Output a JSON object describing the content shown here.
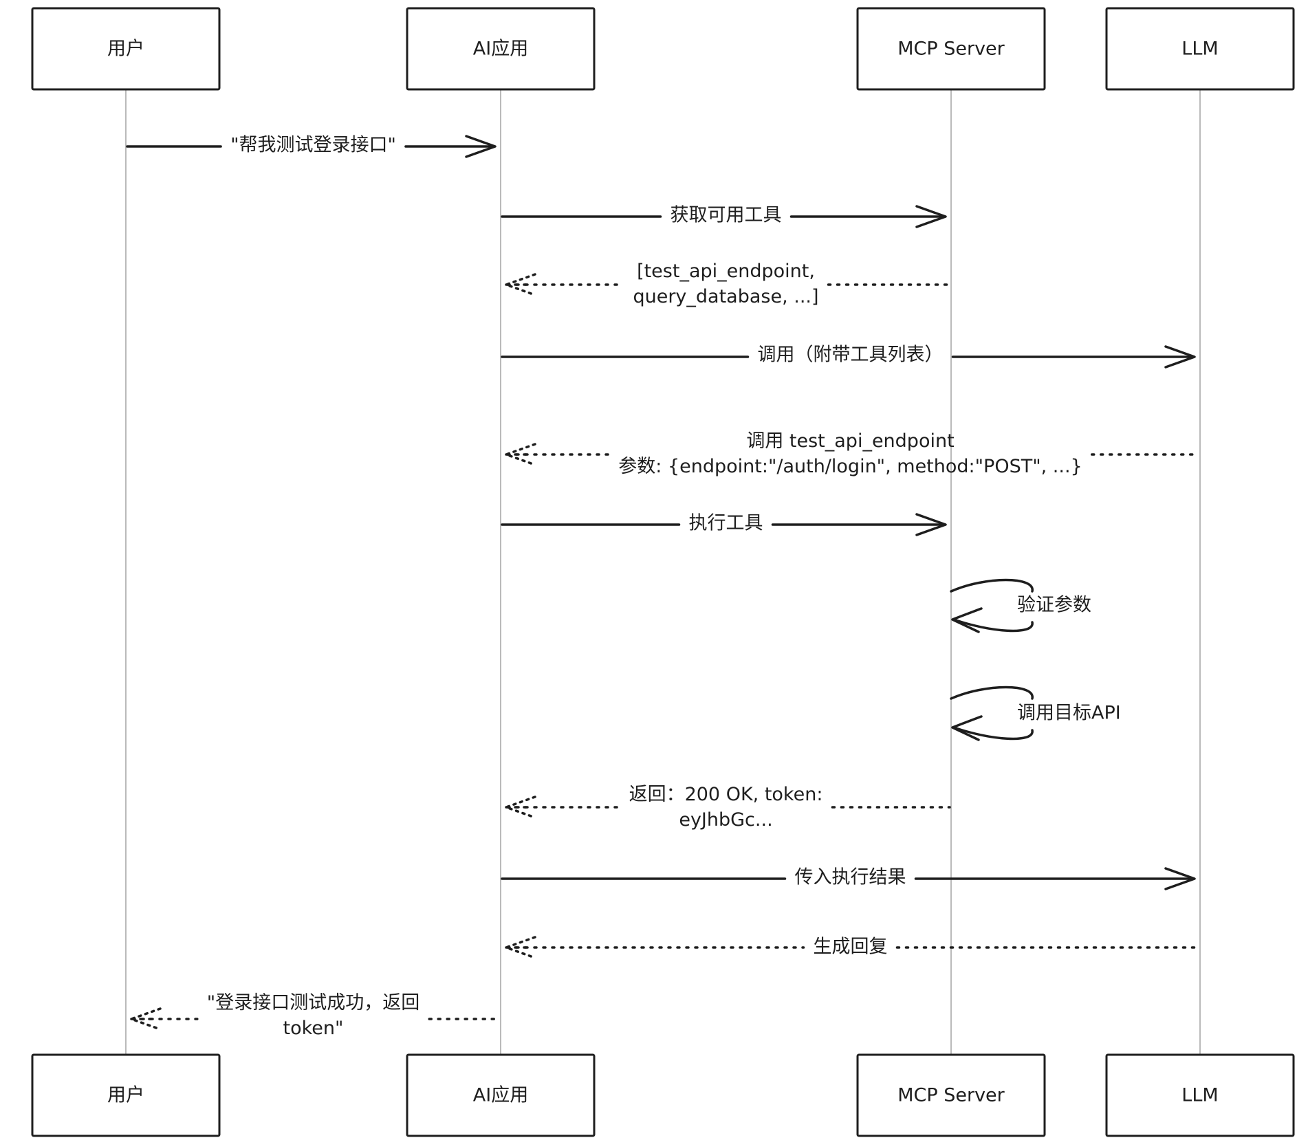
{
  "diagram": {
    "type": "sequence",
    "participants": [
      {
        "id": "user",
        "label": "用户"
      },
      {
        "id": "ai_app",
        "label": "AI应用"
      },
      {
        "id": "mcp_server",
        "label": "MCP Server"
      },
      {
        "id": "llm",
        "label": "LLM"
      }
    ],
    "messages": [
      {
        "from": "user",
        "to": "ai_app",
        "style": "solid",
        "lines": [
          "\"帮我测试登录接口\""
        ]
      },
      {
        "from": "ai_app",
        "to": "mcp_server",
        "style": "solid",
        "lines": [
          "获取可用工具"
        ]
      },
      {
        "from": "mcp_server",
        "to": "ai_app",
        "style": "dashed",
        "lines": [
          "[test_api_endpoint,",
          "query_database, ...]"
        ]
      },
      {
        "from": "ai_app",
        "to": "llm",
        "style": "solid",
        "lines": [
          "调用（附带工具列表）"
        ]
      },
      {
        "from": "llm",
        "to": "ai_app",
        "style": "dashed",
        "lines": [
          "调用 test_api_endpoint",
          "参数: {endpoint:\"/auth/login\", method:\"POST\", ...}"
        ]
      },
      {
        "from": "ai_app",
        "to": "mcp_server",
        "style": "solid",
        "lines": [
          "执行工具"
        ]
      },
      {
        "from": "mcp_server",
        "to": "mcp_server",
        "style": "solid",
        "lines": [
          "验证参数"
        ]
      },
      {
        "from": "mcp_server",
        "to": "mcp_server",
        "style": "solid",
        "lines": [
          "调用目标API"
        ]
      },
      {
        "from": "mcp_server",
        "to": "ai_app",
        "style": "dashed",
        "lines": [
          "返回：200 OK, token:",
          "eyJhbGc..."
        ]
      },
      {
        "from": "ai_app",
        "to": "llm",
        "style": "solid",
        "lines": [
          "传入执行结果"
        ]
      },
      {
        "from": "llm",
        "to": "ai_app",
        "style": "dashed",
        "lines": [
          "生成回复"
        ]
      },
      {
        "from": "ai_app",
        "to": "user",
        "style": "dashed",
        "lines": [
          "\"登录接口测试成功，返回",
          "token\""
        ]
      }
    ]
  }
}
